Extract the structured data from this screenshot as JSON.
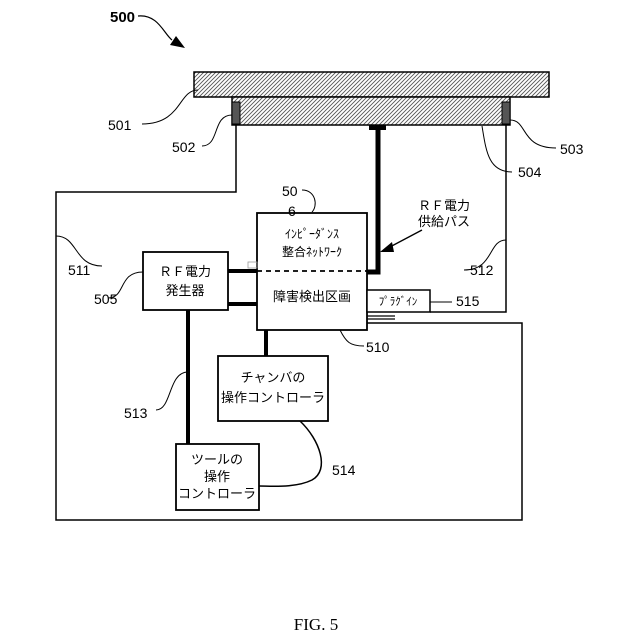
{
  "figure": {
    "number": "500",
    "caption": "FIG. 5"
  },
  "labels": {
    "top_plate": "501",
    "left_seal": "502",
    "right_seal": "503",
    "inner_plate": "504",
    "rf_generator": "505",
    "impedance_ref_top": "50",
    "impedance_ref_bottom": "6",
    "detection_unit": "510",
    "left_wire": "511",
    "right_wire": "512",
    "tool_link": "513",
    "controller_link": "514",
    "plugin": "515"
  },
  "boxes": {
    "rf_generator": [
      "ＲＦ電力",
      "発生器"
    ],
    "matching_network": [
      "ｲﾝﾋﾟｰﾀﾞﾝｽ",
      "整合ﾈｯﾄﾜｰｸ"
    ],
    "detection_unit": "障害検出区画",
    "plugin": "ﾌﾟﾗｸﾞｲﾝ",
    "chamber_controller": [
      "チャンバの",
      "操作コントローラ"
    ],
    "tool_controller": [
      "ツールの",
      "操作",
      "コントローラ"
    ]
  },
  "annotations": {
    "rf_feed_path": [
      "ＲＦ電力",
      "供給パス"
    ]
  }
}
